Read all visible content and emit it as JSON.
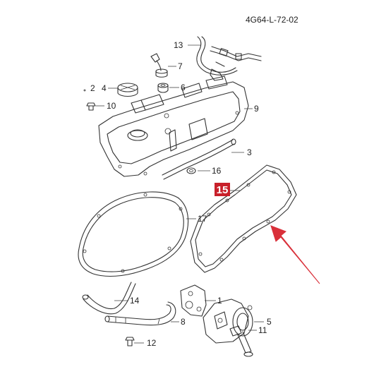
{
  "diagram": {
    "code": "4G64-L-72-02",
    "highlight_label": "15",
    "highlight_color": "#c8202a",
    "arrow_color": "#d9303a",
    "labels": {
      "p1": "1",
      "p2": "2",
      "p3": "3",
      "p4": "4",
      "p5": "5",
      "p6": "6",
      "p7": "7",
      "p8": "8",
      "p9": "9",
      "p10": "10",
      "p11": "11",
      "p12": "12",
      "p13": "13",
      "p14": "14",
      "p16": "16",
      "p17": "17"
    }
  }
}
